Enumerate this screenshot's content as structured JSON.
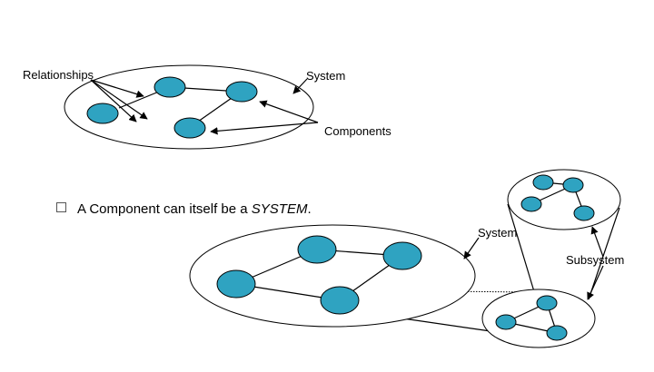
{
  "labels": {
    "relationships": "Relationships",
    "system_top": "System",
    "components": "Components",
    "system_bottom": "System",
    "subsystem": "Subsystem"
  },
  "bullet": {
    "text_before": "A Component can itself be a ",
    "emphasis": "SYSTEM",
    "text_after": "."
  },
  "colors": {
    "node_fill": "#2FA3C1",
    "outline": "#000000",
    "background": "#ffffff"
  }
}
